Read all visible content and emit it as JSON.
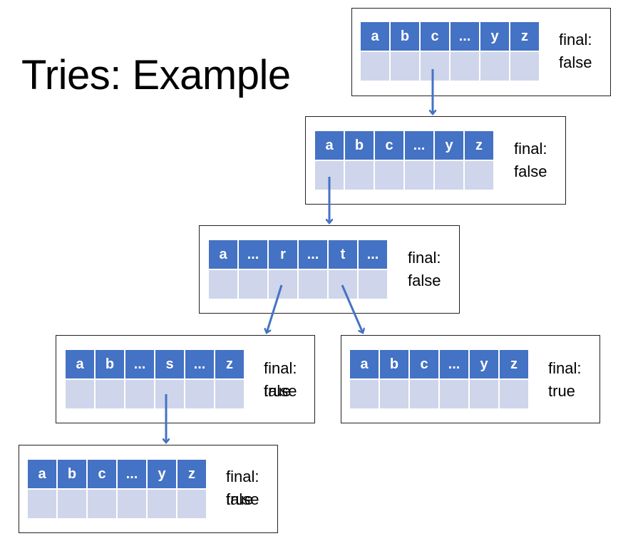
{
  "title": "Tries: Example",
  "nodes": [
    {
      "id": "n1",
      "letters": [
        "a",
        "b",
        "c",
        "...",
        "y",
        "z"
      ],
      "final_label": "final:",
      "final_values": [
        "false"
      ]
    },
    {
      "id": "n2",
      "letters": [
        "a",
        "b",
        "c",
        "...",
        "y",
        "z"
      ],
      "final_label": "final:",
      "final_values": [
        "false"
      ]
    },
    {
      "id": "n3",
      "letters": [
        "a",
        "...",
        "r",
        "...",
        "t",
        "..."
      ],
      "final_label": "final:",
      "final_values": [
        "false"
      ]
    },
    {
      "id": "n4",
      "letters": [
        "a",
        "b",
        "...",
        "s",
        "...",
        "z"
      ],
      "final_label": "final:",
      "final_values": [
        "false",
        "true"
      ]
    },
    {
      "id": "n5",
      "letters": [
        "a",
        "b",
        "c",
        "...",
        "y",
        "z"
      ],
      "final_label": "final:",
      "final_values": [
        "true"
      ]
    },
    {
      "id": "n6",
      "letters": [
        "a",
        "b",
        "c",
        "...",
        "y",
        "z"
      ],
      "final_label": "final:",
      "final_values": [
        "false",
        "true"
      ]
    }
  ],
  "edges": [
    {
      "from": "n1",
      "to": "n2",
      "via": "c"
    },
    {
      "from": "n2",
      "to": "n3",
      "via": "a"
    },
    {
      "from": "n3",
      "to": "n4",
      "via": "r"
    },
    {
      "from": "n3",
      "to": "n5",
      "via": "t"
    },
    {
      "from": "n4",
      "to": "n6",
      "via": "s"
    }
  ],
  "colors": {
    "header": "#4472c4",
    "cell": "#cfd5ea",
    "arrow": "#4472c4",
    "border": "#222222"
  }
}
